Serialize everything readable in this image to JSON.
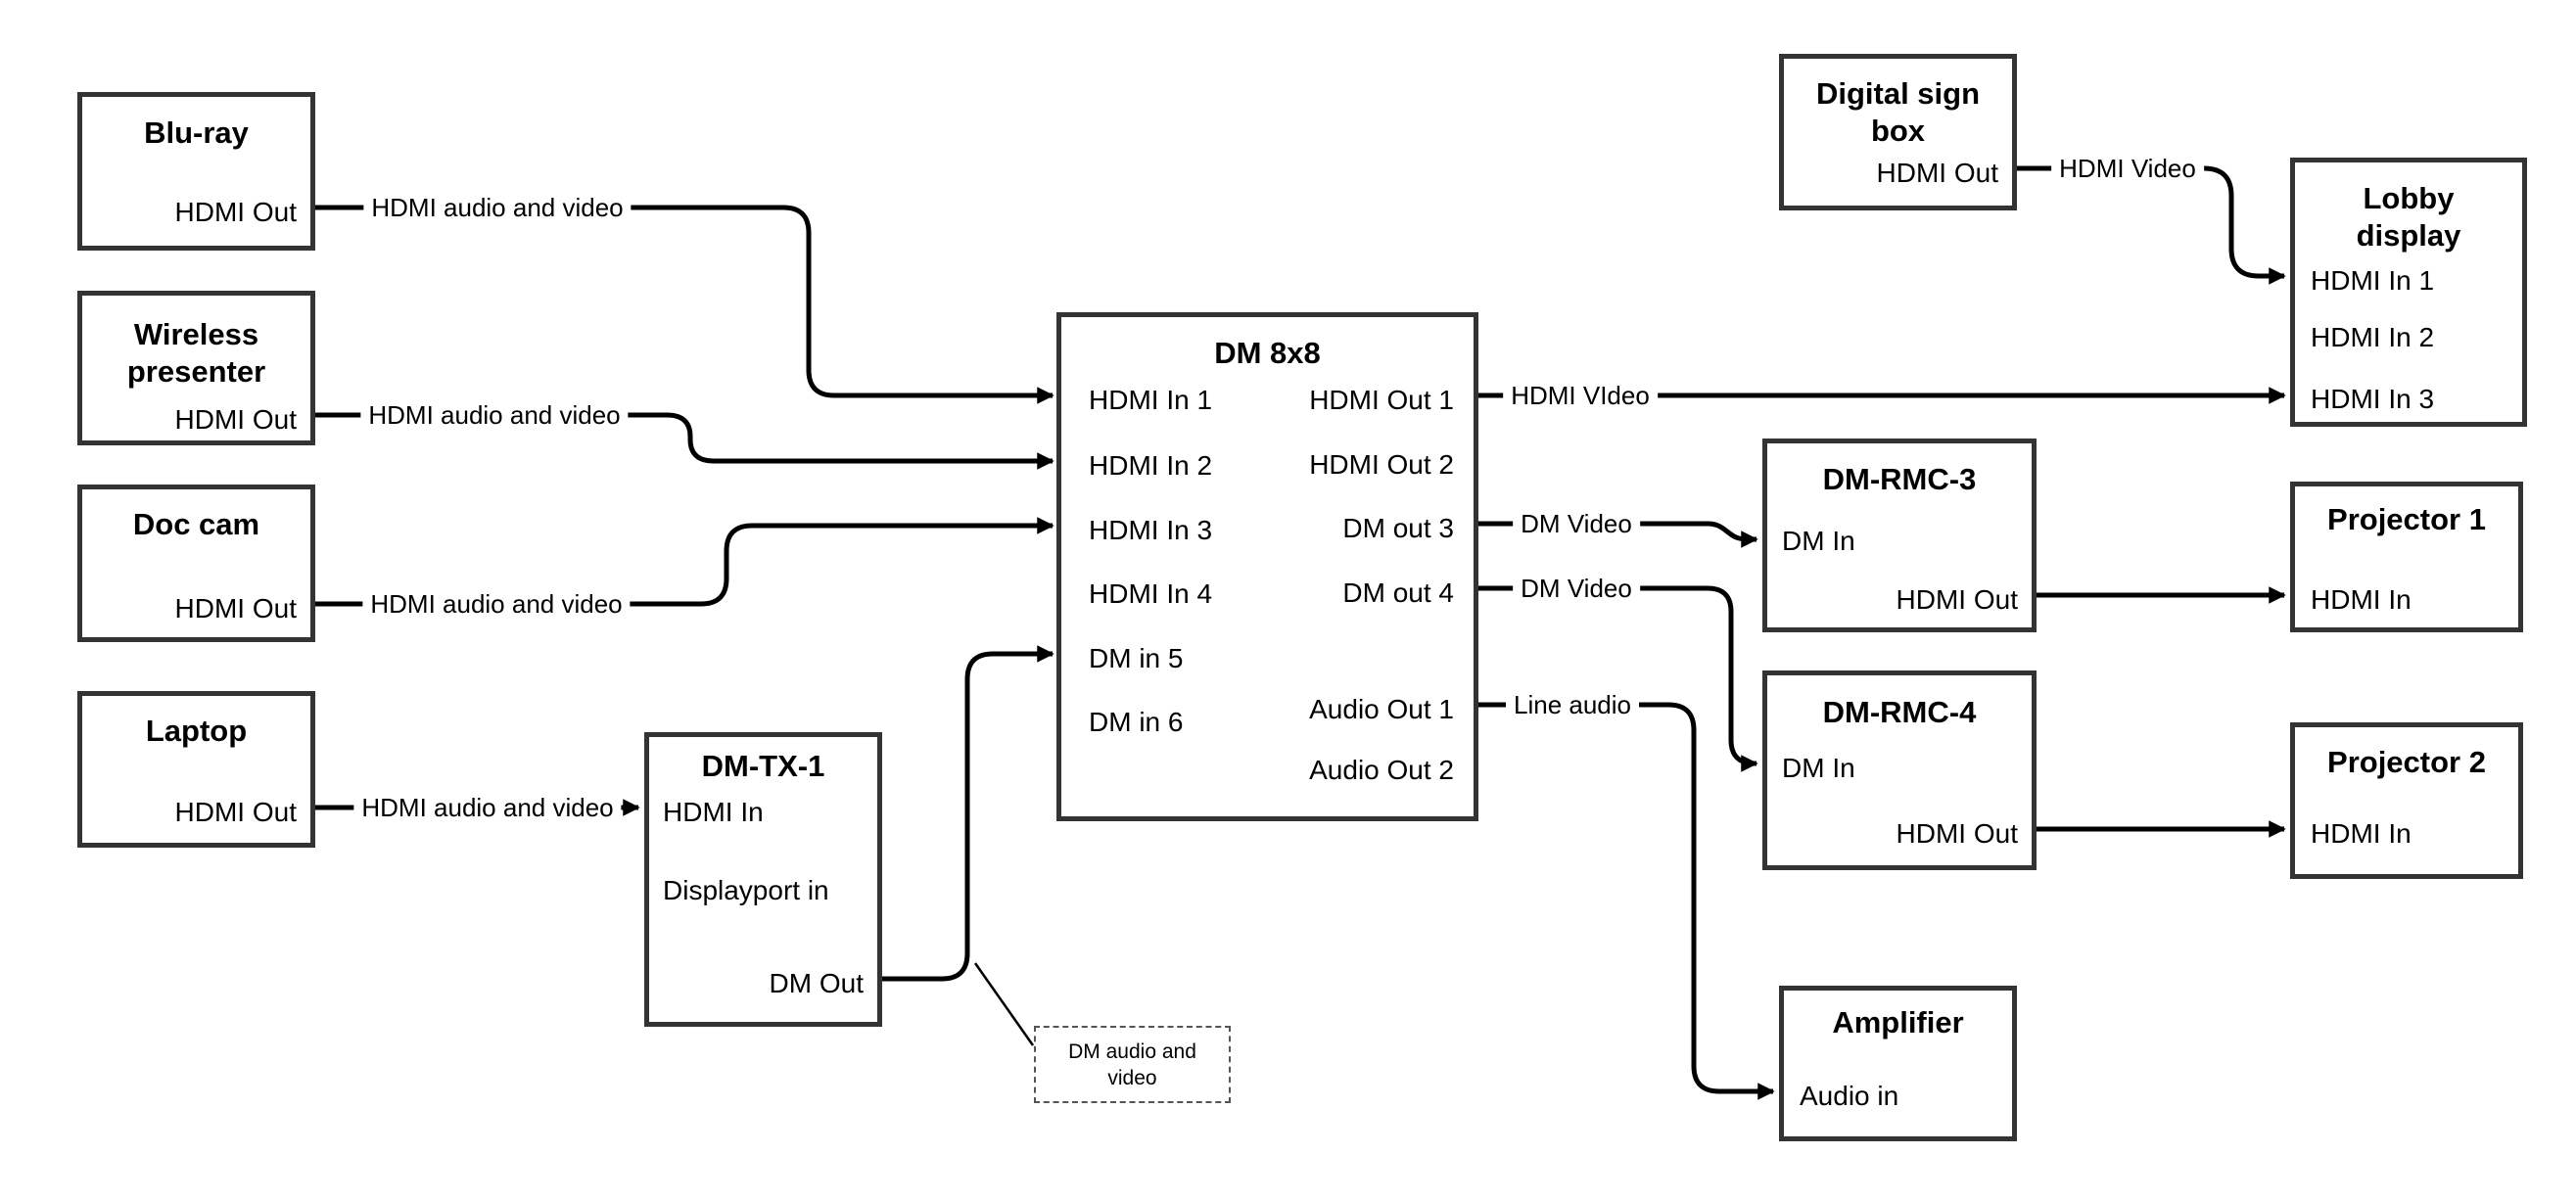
{
  "boxes": {
    "bluray": {
      "title": "Blu-ray",
      "port_hdmi_out": "HDMI Out"
    },
    "wireless": {
      "title": "Wireless\npresenter",
      "port_hdmi_out": "HDMI Out"
    },
    "doccam": {
      "title": "Doc cam",
      "port_hdmi_out": "HDMI Out"
    },
    "laptop": {
      "title": "Laptop",
      "port_hdmi_out": "HDMI Out"
    },
    "dmtx1": {
      "title": "DM-TX-1",
      "port_hdmi_in": "HDMI In",
      "port_displayport_in": "Displayport in",
      "port_dm_out": "DM Out"
    },
    "dm8x8": {
      "title": "DM 8x8",
      "ports_left": [
        "HDMI In 1",
        "HDMI In 2",
        "HDMI In 3",
        "HDMI In 4",
        "DM in 5",
        "DM in 6"
      ],
      "ports_right": [
        "HDMI Out 1",
        "HDMI Out 2",
        "DM out 3",
        "DM out 4",
        "Audio Out 1",
        "Audio Out 2"
      ]
    },
    "digital_sign": {
      "title": "Digital sign\nbox",
      "port_hdmi_out": "HDMI Out"
    },
    "lobby": {
      "title": "Lobby\ndisplay",
      "ports": [
        "HDMI In 1",
        "HDMI In 2",
        "HDMI In 3"
      ]
    },
    "dmrmc3": {
      "title": "DM-RMC-3",
      "port_dm_in": "DM In",
      "port_hdmi_out": "HDMI Out"
    },
    "proj1": {
      "title": "Projector 1",
      "port_hdmi_in": "HDMI In"
    },
    "dmrmc4": {
      "title": "DM-RMC-4",
      "port_dm_in": "DM In",
      "port_hdmi_out": "HDMI Out"
    },
    "proj2": {
      "title": "Projector 2",
      "port_hdmi_in": "HDMI In"
    },
    "amplifier": {
      "title": "Amplifier",
      "port_audio_in": "Audio in"
    }
  },
  "cable_labels": {
    "bluray_to_dm": "HDMI audio and video",
    "wireless_to_dm": "HDMI audio and video",
    "doccam_to_dm": "HDMI audio and video",
    "laptop_to_tx": "HDMI audio and video",
    "hdmi_out1_to_lobby": "HDMI VIdeo",
    "digital_sign_to_lobby": "HDMI Video",
    "dm_out3_to_rmc3": "DM Video",
    "dm_out4_to_rmc4": "DM Video",
    "audio_out1_to_amp": "Line audio"
  },
  "note": {
    "text": "DM audio and\nvideo"
  },
  "colors": {
    "background": "#ffffff",
    "wire": "#000000",
    "box_border": "#333333",
    "text": "#000000"
  }
}
